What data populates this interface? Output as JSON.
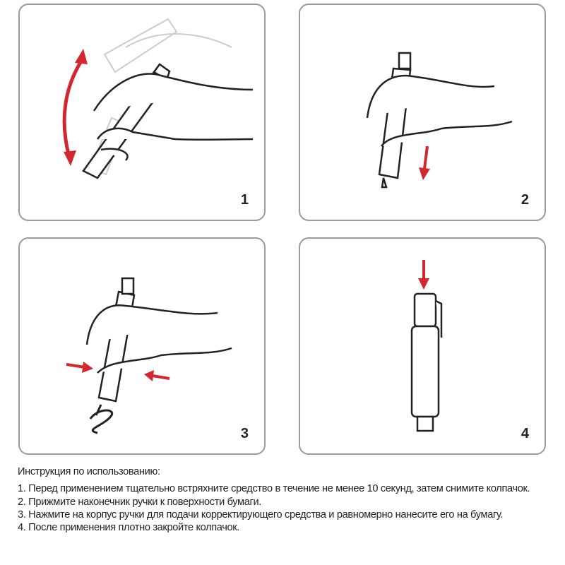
{
  "steps": [
    {
      "number": "1"
    },
    {
      "number": "2"
    },
    {
      "number": "3"
    },
    {
      "number": "4"
    }
  ],
  "instructions": {
    "heading": "Инструкция по использованию:",
    "items": [
      "1. Перед применением тщательно встряхните средство в течение не менее 10 секунд, затем снимите колпачок.",
      "2. Прижмите наконечник ручки к поверхности бумаги.",
      "3. Нажмите на корпус ручки для подачи корректирующего средства и равномерно нанесите его на бумагу.",
      "4. После применения плотно закройте колпачок."
    ]
  },
  "colors": {
    "arrow": "#d3272f",
    "border": "#9a9a9a",
    "ink": "#222222"
  }
}
